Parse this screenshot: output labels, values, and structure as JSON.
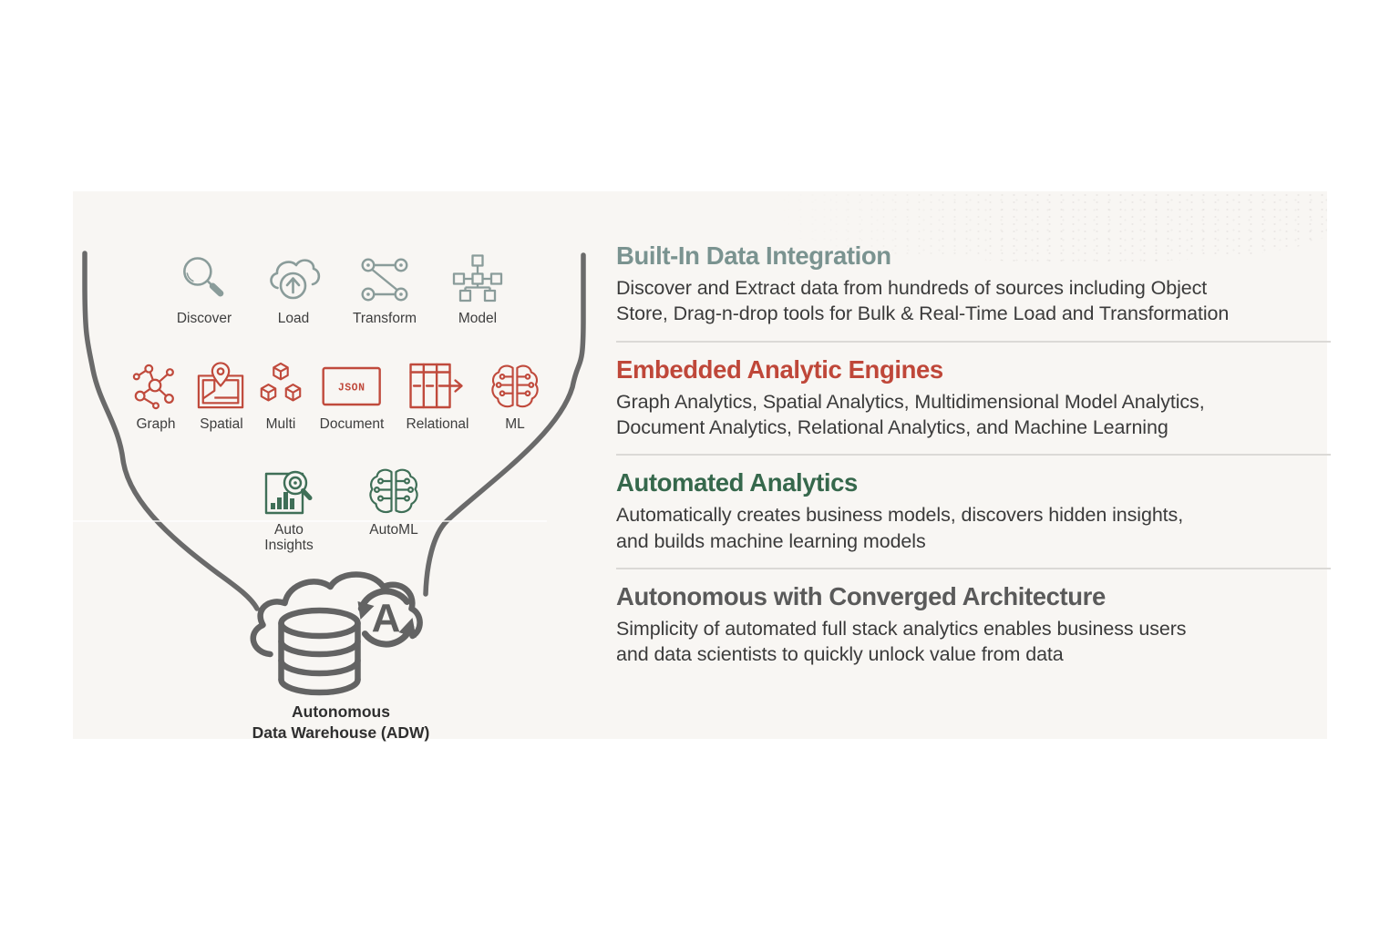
{
  "colors": {
    "panel_bg": "#f8f6f3",
    "funnel_outline": "#6a6a6a",
    "ingest_teal": "#8a9c9a",
    "engine_red": "#c04a3c",
    "automation_green": "#3f6f57",
    "adw_gray": "#636363",
    "heading_teal": "#7a9390",
    "heading_red": "#bf4739",
    "heading_green": "#36684c",
    "heading_gray": "#5a5a5a",
    "body_text": "#3b3b3b",
    "divider": "#dbd9d6"
  },
  "funnel": {
    "rows": [
      {
        "items": [
          {
            "icon": "magnifier-icon",
            "label": "Discover"
          },
          {
            "icon": "cloud-upload-icon",
            "label": "Load"
          },
          {
            "icon": "nodes-mapping-icon",
            "label": "Transform"
          },
          {
            "icon": "hierarchy-icon",
            "label": "Model"
          }
        ]
      },
      {
        "items": [
          {
            "icon": "graph-network-icon",
            "label": "Graph"
          },
          {
            "icon": "map-pin-icon",
            "label": "Spatial"
          },
          {
            "icon": "cubes-icon",
            "label": "Multi"
          },
          {
            "icon": "json-document-icon",
            "label": "Document",
            "icon_text": "JSON"
          },
          {
            "icon": "table-arrow-icon",
            "label": "Relational"
          },
          {
            "icon": "brain-circuit-icon",
            "label": "ML"
          }
        ]
      },
      {
        "items": [
          {
            "icon": "chart-magnifier-icon",
            "label": "Auto Insights"
          },
          {
            "icon": "brain-circuit-icon",
            "label": "AutoML"
          }
        ]
      }
    ],
    "adw": {
      "letter": "A",
      "label_line1": "Autonomous",
      "label_line2": "Data Warehouse (ADW)"
    }
  },
  "sections": [
    {
      "title": "Built-In Data Integration",
      "title_color": "#7a9390",
      "lines": [
        "Discover and Extract data from hundreds of sources including Object",
        "Store, Drag-n-drop tools for Bulk & Real-Time Load and Transformation"
      ]
    },
    {
      "title": "Embedded Analytic Engines",
      "title_color": "#bf4739",
      "lines": [
        "Graph Analytics, Spatial Analytics, Multidimensional Model Analytics,",
        "Document Analytics, Relational Analytics, and Machine Learning"
      ]
    },
    {
      "title": "Automated Analytics",
      "title_color": "#36684c",
      "lines": [
        "Automatically creates business models, discovers hidden insights,",
        "and builds machine learning models"
      ]
    },
    {
      "title": "Autonomous with Converged Architecture",
      "title_color": "#5a5a5a",
      "lines": [
        "Simplicity of automated full stack analytics enables business users",
        "and data scientists to quickly unlock value from data"
      ]
    }
  ]
}
